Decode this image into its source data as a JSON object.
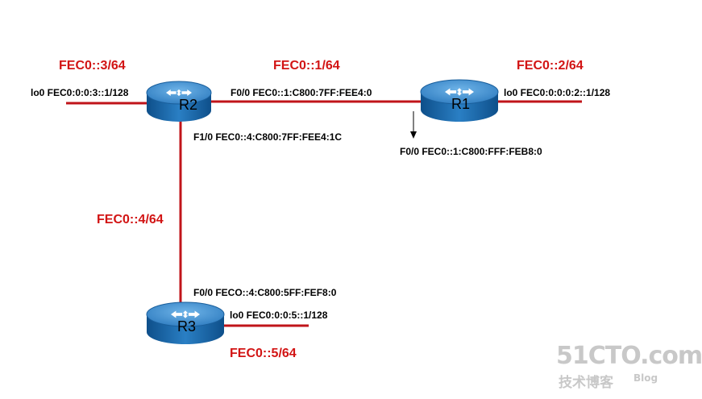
{
  "routers": {
    "r1": {
      "name": "R1"
    },
    "r2": {
      "name": "R2"
    },
    "r3": {
      "name": "R3"
    }
  },
  "subnets": {
    "r2_loopback": "FEC0::3/64",
    "r1_r2_link": "FEC0::1/64",
    "r1_loopback": "FEC0::2/64",
    "r2_r3_link": "FEC0::4/64",
    "r3_loopback": "FEC0::5/64"
  },
  "interfaces": {
    "r2_lo0": "lo0 FEC0:0:0:3::1/128",
    "r2_f00": "F0/0 FEC0::1:C800:7FF:FEE4:0",
    "r2_f10": "F1/0 FEC0::4:C800:7FF:FEE4:1C",
    "r1_lo0": "lo0 FEC0:0:0:0:2::1/128",
    "r1_f00": "F0/0 FEC0::1:C800:FFF:FEB8:0",
    "r3_f00": "F0/0 FECO::4:C800:5FF:FEF8:0",
    "r3_lo0": "lo0 FEC0:0:0:5::1/128"
  },
  "watermark": {
    "site": "51CTO.com",
    "tagline": "技术博客",
    "blog": "Blog"
  },
  "colors": {
    "link": "#c0141a",
    "subnet_text": "#d21414",
    "router_body": "#1f6fb4",
    "router_top": "#2e86c9"
  }
}
